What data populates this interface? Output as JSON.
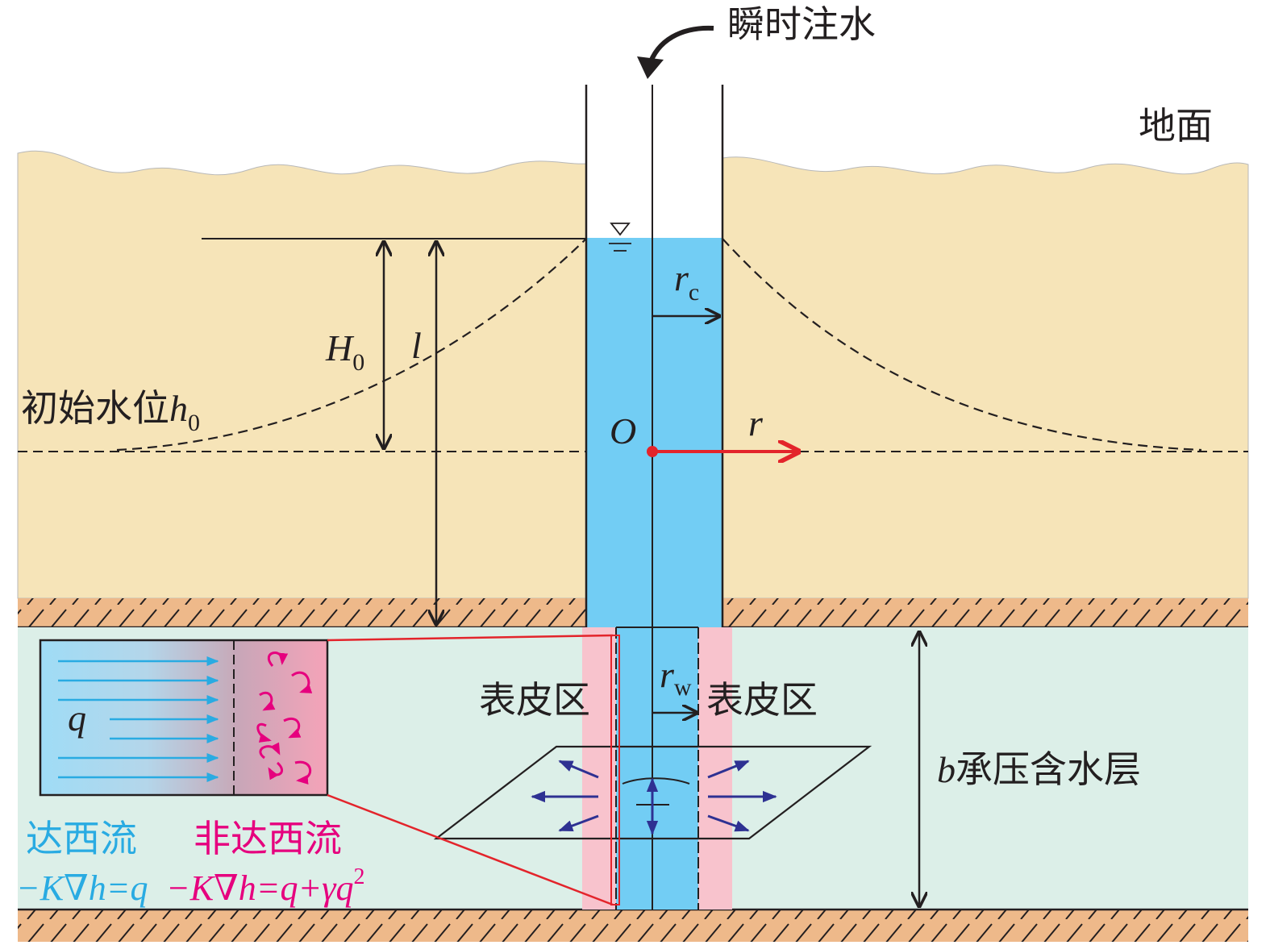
{
  "labels": {
    "injection": "瞬时注水",
    "ground": "地面",
    "initial_level": "初始水位",
    "skin_left": "表皮区",
    "skin_right": "表皮区",
    "aquifer": "承压含水层",
    "darcy": "达西流",
    "non_darcy": "非达西流"
  },
  "symbols": {
    "H": "H",
    "H_sub": "0",
    "l": "l",
    "h": "h",
    "h_sub": "0",
    "r_c": "r",
    "r_c_sub": "c",
    "O": "O",
    "r": "r",
    "r_w": "r",
    "r_w_sub": "w",
    "b": "b",
    "q": "q"
  },
  "equations": {
    "darcy": "−K∇h=q",
    "non_darcy": "−K∇h=q+γq",
    "non_darcy_sup": "2"
  },
  "colors": {
    "soil": "#f6e4b8",
    "clay": "#eeb98a",
    "aquifer": "#dcefe8",
    "water": "#72cdf4",
    "skin": "#f8c3cd",
    "darcy_text": "#29abe2",
    "non_darcy_text": "#e6007e",
    "red": "#e3242b",
    "flow_arrows": "#2e3192"
  }
}
